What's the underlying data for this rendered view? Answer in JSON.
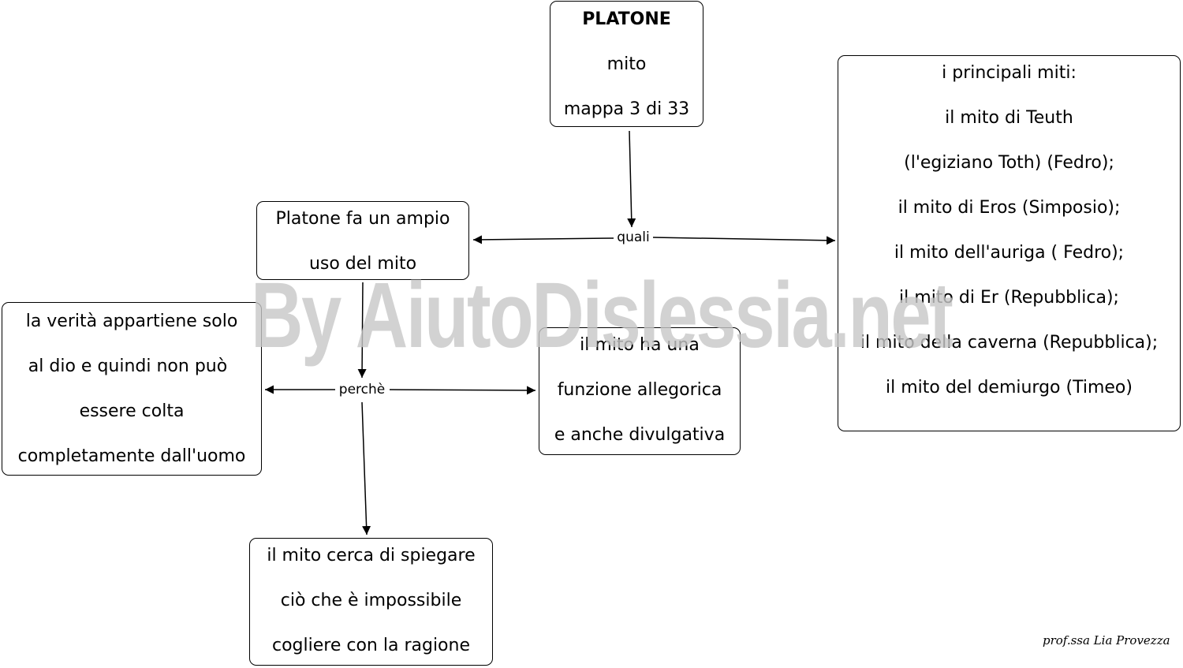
{
  "nodes": {
    "platone": [
      "PLATONE",
      "mito",
      "mappa 3 di 33"
    ],
    "ampio_uso": [
      "Platone fa un ampio",
      "uso del mito"
    ],
    "principali_miti": [
      "i principali miti:",
      "il mito di Teuth",
      "(l'egiziano Toth) (Fedro);",
      "il mito di Eros (Simposio);",
      "il mito dell'auriga ( Fedro);",
      "il mito di Er (Repubblica);",
      "il mito della caverna (Repubblica);",
      "il mito del demiurgo (Timeo)"
    ],
    "verita": [
      "la verità appartiene solo",
      "al dio e quindi non può",
      "essere colta",
      "completamente dall'uomo"
    ],
    "funzione": [
      "il mito ha una",
      "funzione allegorica",
      "e anche divulgativa"
    ],
    "spiegare": [
      "il mito cerca di spiegare",
      "ciò che è impossibile",
      "cogliere con la ragione"
    ]
  },
  "link_labels": {
    "quali": "quali",
    "perche": "perchè"
  },
  "watermark": "By AiutoDislessia.net",
  "signature": "prof.ssa Lia Provezza"
}
